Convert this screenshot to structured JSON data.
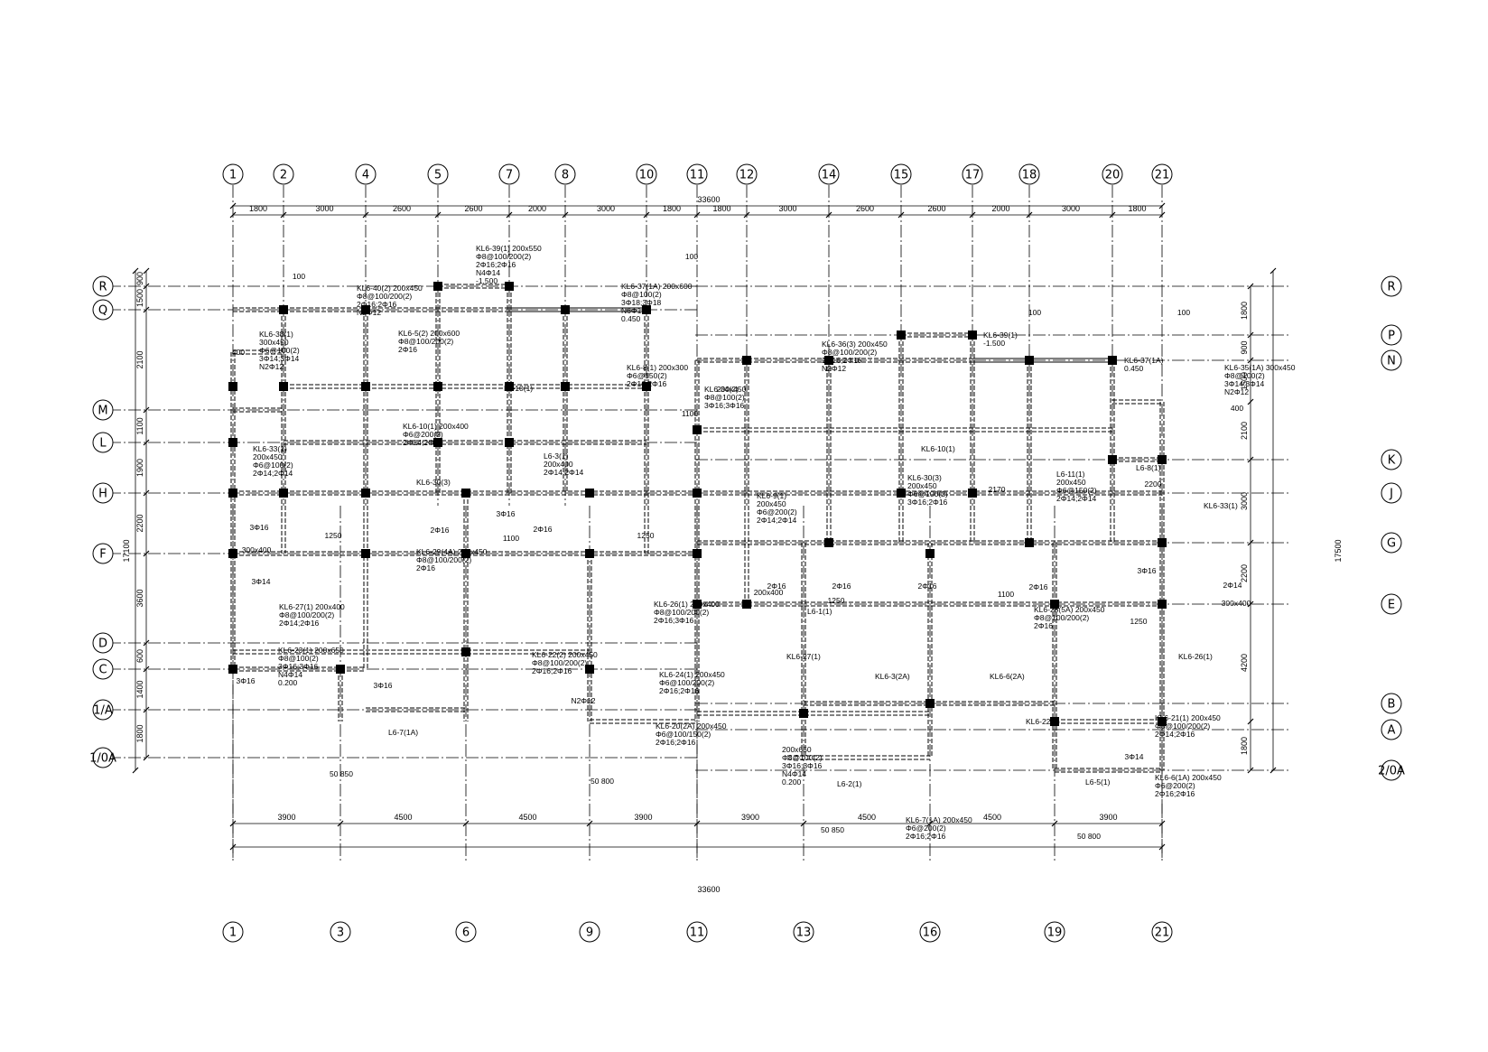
{
  "drawing": {
    "overall_width_label": "33600",
    "overall_height_label": "17500",
    "left_height_label": "17100"
  },
  "top_axes": [
    "1",
    "2",
    "4",
    "5",
    "7",
    "8",
    "10",
    "11",
    "12",
    "14",
    "15",
    "17",
    "18",
    "20",
    "21"
  ],
  "top_spans": [
    "1800",
    "3000",
    "2600",
    "2600",
    "2000",
    "3000",
    "1800",
    "1800",
    "3000",
    "2600",
    "2600",
    "2000",
    "3000",
    "1800"
  ],
  "bottom_axes": [
    "1",
    "3",
    "6",
    "9",
    "11",
    "13",
    "16",
    "19",
    "21"
  ],
  "bottom_spans": [
    "3900",
    "4500",
    "4500",
    "3900",
    "3900",
    "4500",
    "4500",
    "3900"
  ],
  "left_axes": [
    "R",
    "Q",
    "M",
    "L",
    "H",
    "F",
    "D",
    "C",
    "1/A",
    "1/0A"
  ],
  "left_spans": [
    "900",
    "1500",
    "2100",
    "1100",
    "1900",
    "2200",
    "3600",
    "600",
    "1400",
    "1800"
  ],
  "right_axes": [
    "R",
    "P",
    "N",
    "K",
    "J",
    "G",
    "E",
    "B",
    "A",
    "2/0A"
  ],
  "right_spans": [
    "1800",
    "900",
    "1500",
    "2100",
    "3000",
    "2200",
    "4200",
    "1800"
  ],
  "annotations": [
    {
      "id": "kl6-39-1-top",
      "lines": [
        "KL6-39(1) 200x550",
        "Φ8@100/200(2)",
        "2Φ16;2Φ16",
        "N4Φ14",
        "-1.500"
      ]
    },
    {
      "id": "kl6-40-2",
      "lines": [
        "KL6-40(2) 200x450",
        "Φ8@100/200(2)",
        "2Φ16;2Φ16",
        "N2Φ12"
      ]
    },
    {
      "id": "kl6-37-1a-top",
      "lines": [
        "KL6-37(1A) 200x600",
        "Φ8@100(2)",
        "3Φ18;3Φ18",
        "N6Φ12",
        "0.450"
      ]
    },
    {
      "id": "kl6-38-1",
      "lines": [
        "KL6-38(1)",
        "300x450",
        "Φ6@100(2)",
        "3Φ14;3Φ14",
        "N2Φ12"
      ]
    },
    {
      "id": "kl6-5-2",
      "lines": [
        "KL6-5(2) 200x600",
        "Φ8@100/200(2)",
        "2Φ16"
      ]
    },
    {
      "id": "kl6-8-1-top",
      "lines": [
        "KL6-8(1) 200x300",
        "Φ6@150(2)",
        "2Φ16;2Φ16"
      ]
    },
    {
      "id": "kl6-34-2",
      "lines": [
        "KL6-34(2)",
        "Φ8@100(2)",
        "3Φ16;3Φ16"
      ]
    },
    {
      "id": "kl6-36-3",
      "lines": [
        "KL6-36(3) 200x450",
        "Φ8@100/200(2)",
        "2Φ16;2Φ16",
        "N2Φ12"
      ]
    },
    {
      "id": "kl6-39-1-right",
      "lines": [
        "KL6-39(1)",
        "-1.500"
      ]
    },
    {
      "id": "kl6-37-1a-right",
      "lines": [
        "KL6-37(1A)",
        "0.450"
      ]
    },
    {
      "id": "kl6-35-1a",
      "lines": [
        "KL6-35(1A) 300x450",
        "Φ8@100(2)",
        "3Φ14;3Φ14",
        "N2Φ12"
      ]
    },
    {
      "id": "kl6-10-1-a",
      "lines": [
        "KL6-10(1) 200x400",
        "Φ6@200(2)",
        "2Φ14;2Φ14"
      ]
    },
    {
      "id": "kl6-33-1",
      "lines": [
        "KL6-33(1)",
        "200x450",
        "Φ6@100(2)",
        "2Φ14;2Φ14"
      ]
    },
    {
      "id": "kl6-30-3-left",
      "lines": [
        "KL6-30(3)"
      ]
    },
    {
      "id": "l6-3-1",
      "lines": [
        "L6-3(1)",
        "200x400",
        "2Φ14;2Φ14"
      ]
    },
    {
      "id": "kl6-9-1",
      "lines": [
        "KL6-9(1)",
        "200x450",
        "Φ6@200(2)",
        "2Φ14;2Φ14"
      ]
    },
    {
      "id": "kl6-30-3-right",
      "lines": [
        "KL6-30(3)",
        "200x450",
        "Φ6@100(2)",
        "3Φ16;2Φ16"
      ]
    },
    {
      "id": "l6-11-1",
      "lines": [
        "L6-11(1)",
        "200x450",
        "Φ6@150(2)",
        "2Φ14;2Φ14"
      ]
    },
    {
      "id": "l6-8-1",
      "lines": [
        "L6-8(1)"
      ]
    },
    {
      "id": "kl6-33-right",
      "lines": [
        "KL6-33(1)"
      ]
    },
    {
      "id": "kl6-29-4a",
      "lines": [
        "KL6-29(4A) 200x450",
        "Φ8@100/200(2)",
        "2Φ16"
      ]
    },
    {
      "id": "kl6-27-1",
      "lines": [
        "KL6-27(1) 200x400",
        "Φ8@100/200(2)",
        "2Φ14;2Φ16"
      ]
    },
    {
      "id": "kl6-23-1",
      "lines": [
        "KL6-23(1) 200x650",
        "Φ8@100(2)",
        "3Φ16;3Φ16",
        "N4Φ14",
        "0.200"
      ]
    },
    {
      "id": "kl6-26-1-top",
      "lines": [
        "KL6-26(1) 200x400",
        "Φ8@100/200(2)",
        "2Φ16;3Φ16"
      ]
    },
    {
      "id": "kl6-22-2",
      "lines": [
        "KL6-22(2) 200x450",
        "Φ8@100/200(2)",
        "2Φ16;2Φ16"
      ]
    },
    {
      "id": "kl6-24-1",
      "lines": [
        "KL6-24(1) 200x450",
        "Φ6@100/200(2)",
        "2Φ16;2Φ16"
      ]
    },
    {
      "id": "kl6-20-2a",
      "lines": [
        "KL6-20(2A) 200x450",
        "Φ6@100/150(2)",
        "2Φ16;2Φ16"
      ]
    },
    {
      "id": "kl6-27-1-b",
      "lines": [
        "KL6-27(1)"
      ]
    },
    {
      "id": "kl6-mid-650",
      "lines": [
        "200x650",
        "Φ8@100(2)",
        "3Φ16;3Φ16",
        "N4Φ14",
        "0.200"
      ]
    },
    {
      "id": "kl6-28-5a",
      "lines": [
        "KL6-28(5A) 200x450",
        "Φ8@100/200(2)",
        "2Φ16"
      ]
    },
    {
      "id": "kl6-26-1-right",
      "lines": [
        "KL6-26(1)"
      ]
    },
    {
      "id": "kl6-21-1",
      "lines": [
        "KL6-21(1) 200x450",
        "Φ8@100/200(2)",
        "2Φ14;2Φ16"
      ]
    },
    {
      "id": "kl6-22-2-b",
      "lines": [
        "KL6-22(2)"
      ]
    },
    {
      "id": "kl6-6-1a",
      "lines": [
        "KL6-6(1A) 200x450",
        "Φ6@200(2)",
        "2Φ16;2Φ16"
      ]
    },
    {
      "id": "kl6-7-1a",
      "lines": [
        "KL6-7(1A) 200x450",
        "Φ6@200(2)",
        "2Φ16;2Φ16"
      ]
    },
    {
      "id": "l6-7-1a",
      "lines": [
        "L6-7(1A)"
      ]
    },
    {
      "id": "l6-2-1",
      "lines": [
        "L6-2(1)"
      ]
    },
    {
      "id": "l6-5-1",
      "lines": [
        "L6-5(1)"
      ]
    },
    {
      "id": "kl6-3-2a",
      "lines": [
        "KL6-3(2A)"
      ]
    },
    {
      "id": "kl6-6-2a",
      "lines": [
        "KL6-6(2A)"
      ]
    },
    {
      "id": "l6-1-1",
      "lines": [
        "L6-1(1)"
      ]
    },
    {
      "id": "l6-10-1",
      "lines": [
        "L6-10(1)"
      ]
    },
    {
      "id": "kl6-10-1-right",
      "lines": [
        "KL6-10(1)"
      ]
    }
  ],
  "small_labels": [
    {
      "id": "d-1250-a",
      "text": "1250"
    },
    {
      "id": "d-1250-b",
      "text": "1250"
    },
    {
      "id": "d-1250-c",
      "text": "1250"
    },
    {
      "id": "d-1250-d",
      "text": "1250"
    },
    {
      "id": "d-1100-a",
      "text": "1100"
    },
    {
      "id": "d-1100-b",
      "text": "1100"
    },
    {
      "id": "d-1100-c",
      "text": "1100"
    },
    {
      "id": "d-100-a",
      "text": "100"
    },
    {
      "id": "d-100-b",
      "text": "100"
    },
    {
      "id": "d-100-c",
      "text": "100"
    },
    {
      "id": "d-100-d",
      "text": "100"
    },
    {
      "id": "d-400-a",
      "text": "400"
    },
    {
      "id": "d-400-b",
      "text": "400"
    },
    {
      "id": "d-2170",
      "text": "2170"
    },
    {
      "id": "d-2200",
      "text": "2200"
    },
    {
      "id": "d-50850-a",
      "text": "50 850"
    },
    {
      "id": "d-50800-a",
      "text": "50 800"
    },
    {
      "id": "d-50850-b",
      "text": "50 850"
    },
    {
      "id": "d-50800-b",
      "text": "50 800"
    },
    {
      "id": "r-2t16-a",
      "text": "2Φ16"
    },
    {
      "id": "r-2t16-b",
      "text": "2Φ16"
    },
    {
      "id": "r-2t16-c",
      "text": "2Φ16"
    },
    {
      "id": "r-2t16-d",
      "text": "2Φ16"
    },
    {
      "id": "r-2t16-e",
      "text": "2Φ16"
    },
    {
      "id": "r-2t16-f",
      "text": "2Φ16"
    },
    {
      "id": "r-3t16-a",
      "text": "3Φ16"
    },
    {
      "id": "r-3t16-b",
      "text": "3Φ16"
    },
    {
      "id": "r-3t16-c",
      "text": "3Φ16"
    },
    {
      "id": "r-3t16-d",
      "text": "3Φ16"
    },
    {
      "id": "r-3t16-e",
      "text": "3Φ16"
    },
    {
      "id": "r-3t14-a",
      "text": "3Φ14"
    },
    {
      "id": "r-3t14-b",
      "text": "3Φ14"
    },
    {
      "id": "r-2t14-a",
      "text": "2Φ14"
    },
    {
      "id": "r-n2t12",
      "text": "N2Φ12"
    },
    {
      "id": "r-200x400-a",
      "text": "200x400"
    },
    {
      "id": "r-200x450-a",
      "text": "200x450"
    },
    {
      "id": "r-300x400-a",
      "text": "300x400"
    },
    {
      "id": "r-300x400-b",
      "text": "300x400"
    }
  ]
}
